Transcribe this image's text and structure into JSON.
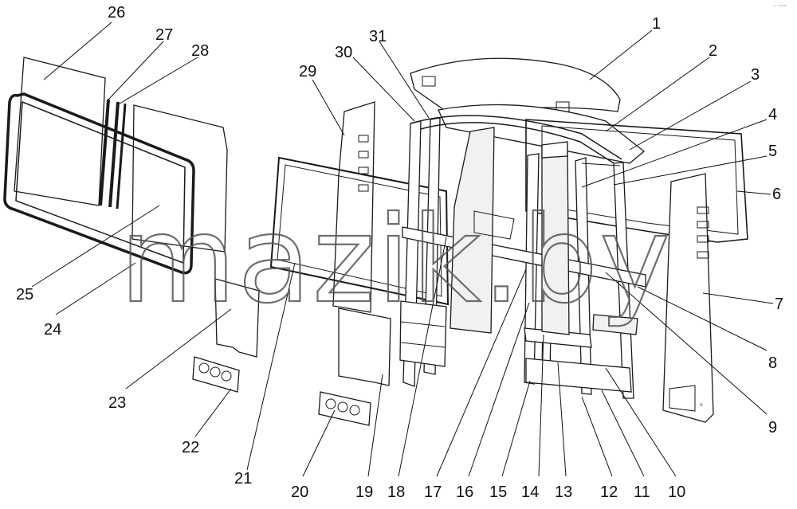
{
  "watermark": "mazik.by",
  "corner_mark": "‧⁻ ⁼⁼⁼",
  "callouts": [
    {
      "id": "1",
      "text": "1"
    },
    {
      "id": "2",
      "text": "2"
    },
    {
      "id": "3",
      "text": "3"
    },
    {
      "id": "4",
      "text": "4"
    },
    {
      "id": "5",
      "text": "5"
    },
    {
      "id": "6",
      "text": "6"
    },
    {
      "id": "7",
      "text": "7"
    },
    {
      "id": "8",
      "text": "8"
    },
    {
      "id": "9",
      "text": "9"
    },
    {
      "id": "10",
      "text": "10"
    },
    {
      "id": "11",
      "text": "11"
    },
    {
      "id": "12",
      "text": "12"
    },
    {
      "id": "13",
      "text": "13"
    },
    {
      "id": "14",
      "text": "14"
    },
    {
      "id": "15",
      "text": "15"
    },
    {
      "id": "16",
      "text": "16"
    },
    {
      "id": "17",
      "text": "17"
    },
    {
      "id": "18",
      "text": "18"
    },
    {
      "id": "19",
      "text": "19"
    },
    {
      "id": "20",
      "text": "20"
    },
    {
      "id": "21",
      "text": "21"
    },
    {
      "id": "22",
      "text": "22"
    },
    {
      "id": "23",
      "text": "23"
    },
    {
      "id": "24",
      "text": "24"
    },
    {
      "id": "25",
      "text": "25"
    },
    {
      "id": "26",
      "text": "26"
    },
    {
      "id": "27",
      "text": "27"
    },
    {
      "id": "28",
      "text": "28"
    },
    {
      "id": "29",
      "text": "29"
    },
    {
      "id": "30",
      "text": "30"
    },
    {
      "id": "31",
      "text": "31"
    }
  ]
}
